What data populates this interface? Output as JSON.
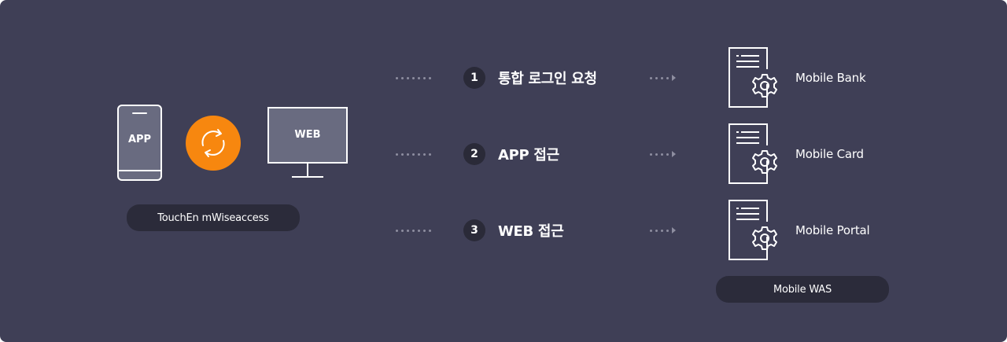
{
  "client": {
    "phone_label": "APP",
    "monitor_label": "WEB",
    "product_pill": "TouchEn mWiseaccess",
    "sync_icon": "refresh-icon",
    "accent_color": "#f7870f"
  },
  "steps": [
    {
      "number": "1",
      "label": "통합 로그인 요청"
    },
    {
      "number": "2",
      "label": "APP 접근"
    },
    {
      "number": "3",
      "label": "WEB 접근"
    }
  ],
  "servers": [
    {
      "label": "Mobile Bank",
      "icon": "server-gear-icon"
    },
    {
      "label": "Mobile Card",
      "icon": "server-gear-icon"
    },
    {
      "label": "Mobile Portal",
      "icon": "server-gear-icon"
    }
  ],
  "server_group_pill": "Mobile WAS",
  "colors": {
    "background": "#3f3f56",
    "pill": "#2b2b3a",
    "device_fill": "#696b80",
    "dots": "#8e8ea0"
  }
}
